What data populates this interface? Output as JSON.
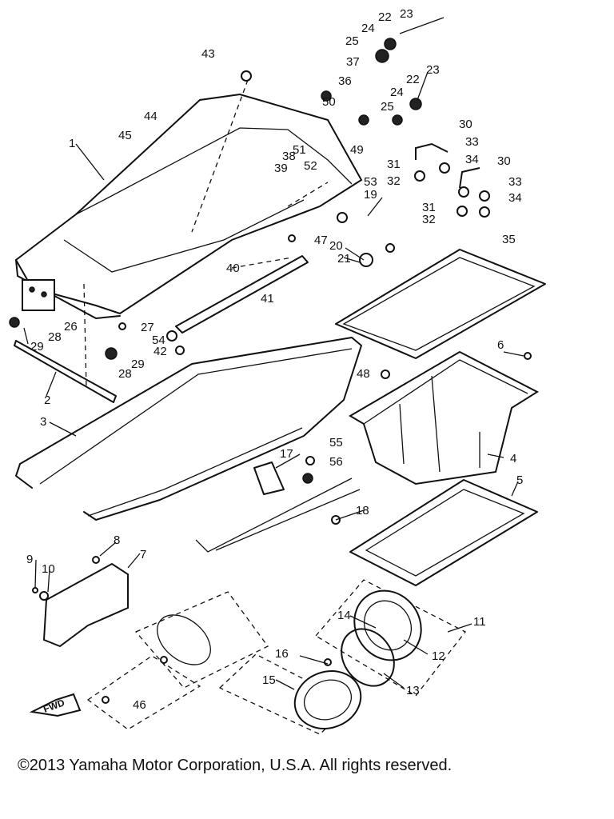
{
  "copyright": "©2013 Yamaha Motor Corporation, U.S.A. All rights reserved.",
  "fwd_label": "FWD",
  "callouts": [
    "1",
    "2",
    "3",
    "4",
    "5",
    "6",
    "7",
    "8",
    "9",
    "10",
    "11",
    "12",
    "13",
    "14",
    "15",
    "16",
    "17",
    "18",
    "19",
    "20",
    "21",
    "22",
    "23",
    "24",
    "25",
    "26",
    "27",
    "28",
    "29",
    "30",
    "31",
    "32",
    "33",
    "34",
    "35",
    "36",
    "37",
    "38",
    "39",
    "40",
    "41",
    "42",
    "43",
    "44",
    "45",
    "46",
    "47",
    "48",
    "49",
    "50",
    "51",
    "52",
    "53",
    "54",
    "55",
    "56"
  ]
}
